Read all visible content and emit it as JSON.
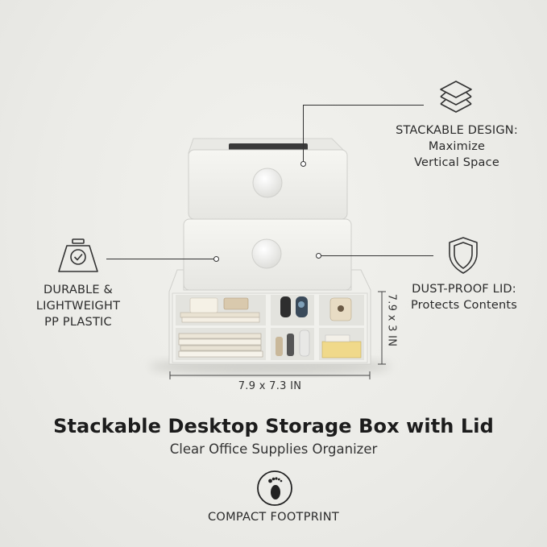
{
  "features": {
    "stackable": {
      "line1": "STACKABLE DESIGN:",
      "line2": "Maximize",
      "line3": "Vertical Space",
      "icon": "stack-layers-icon"
    },
    "durable": {
      "line1": "DURABLE &",
      "line2": "LIGHTWEIGHT",
      "line3": "PP PLASTIC",
      "icon": "weight-check-icon"
    },
    "dustproof": {
      "line1": "DUST-PROOF LID:",
      "line2": "Protects Contents",
      "icon": "shield-icon"
    },
    "compact": {
      "label": "COMPACT FOOTPRINT",
      "icon": "footprint-icon"
    }
  },
  "dimensions": {
    "width": "7.9 x 7.3 IN",
    "height": "7.9 x 3 IN"
  },
  "product": {
    "title": "Stackable Desktop Storage Box with Lid",
    "subtitle": "Clear Office Supplies Organizer"
  },
  "colors": {
    "background": "#ebebe7",
    "product": "#f3f3ef",
    "text": "#222222"
  }
}
